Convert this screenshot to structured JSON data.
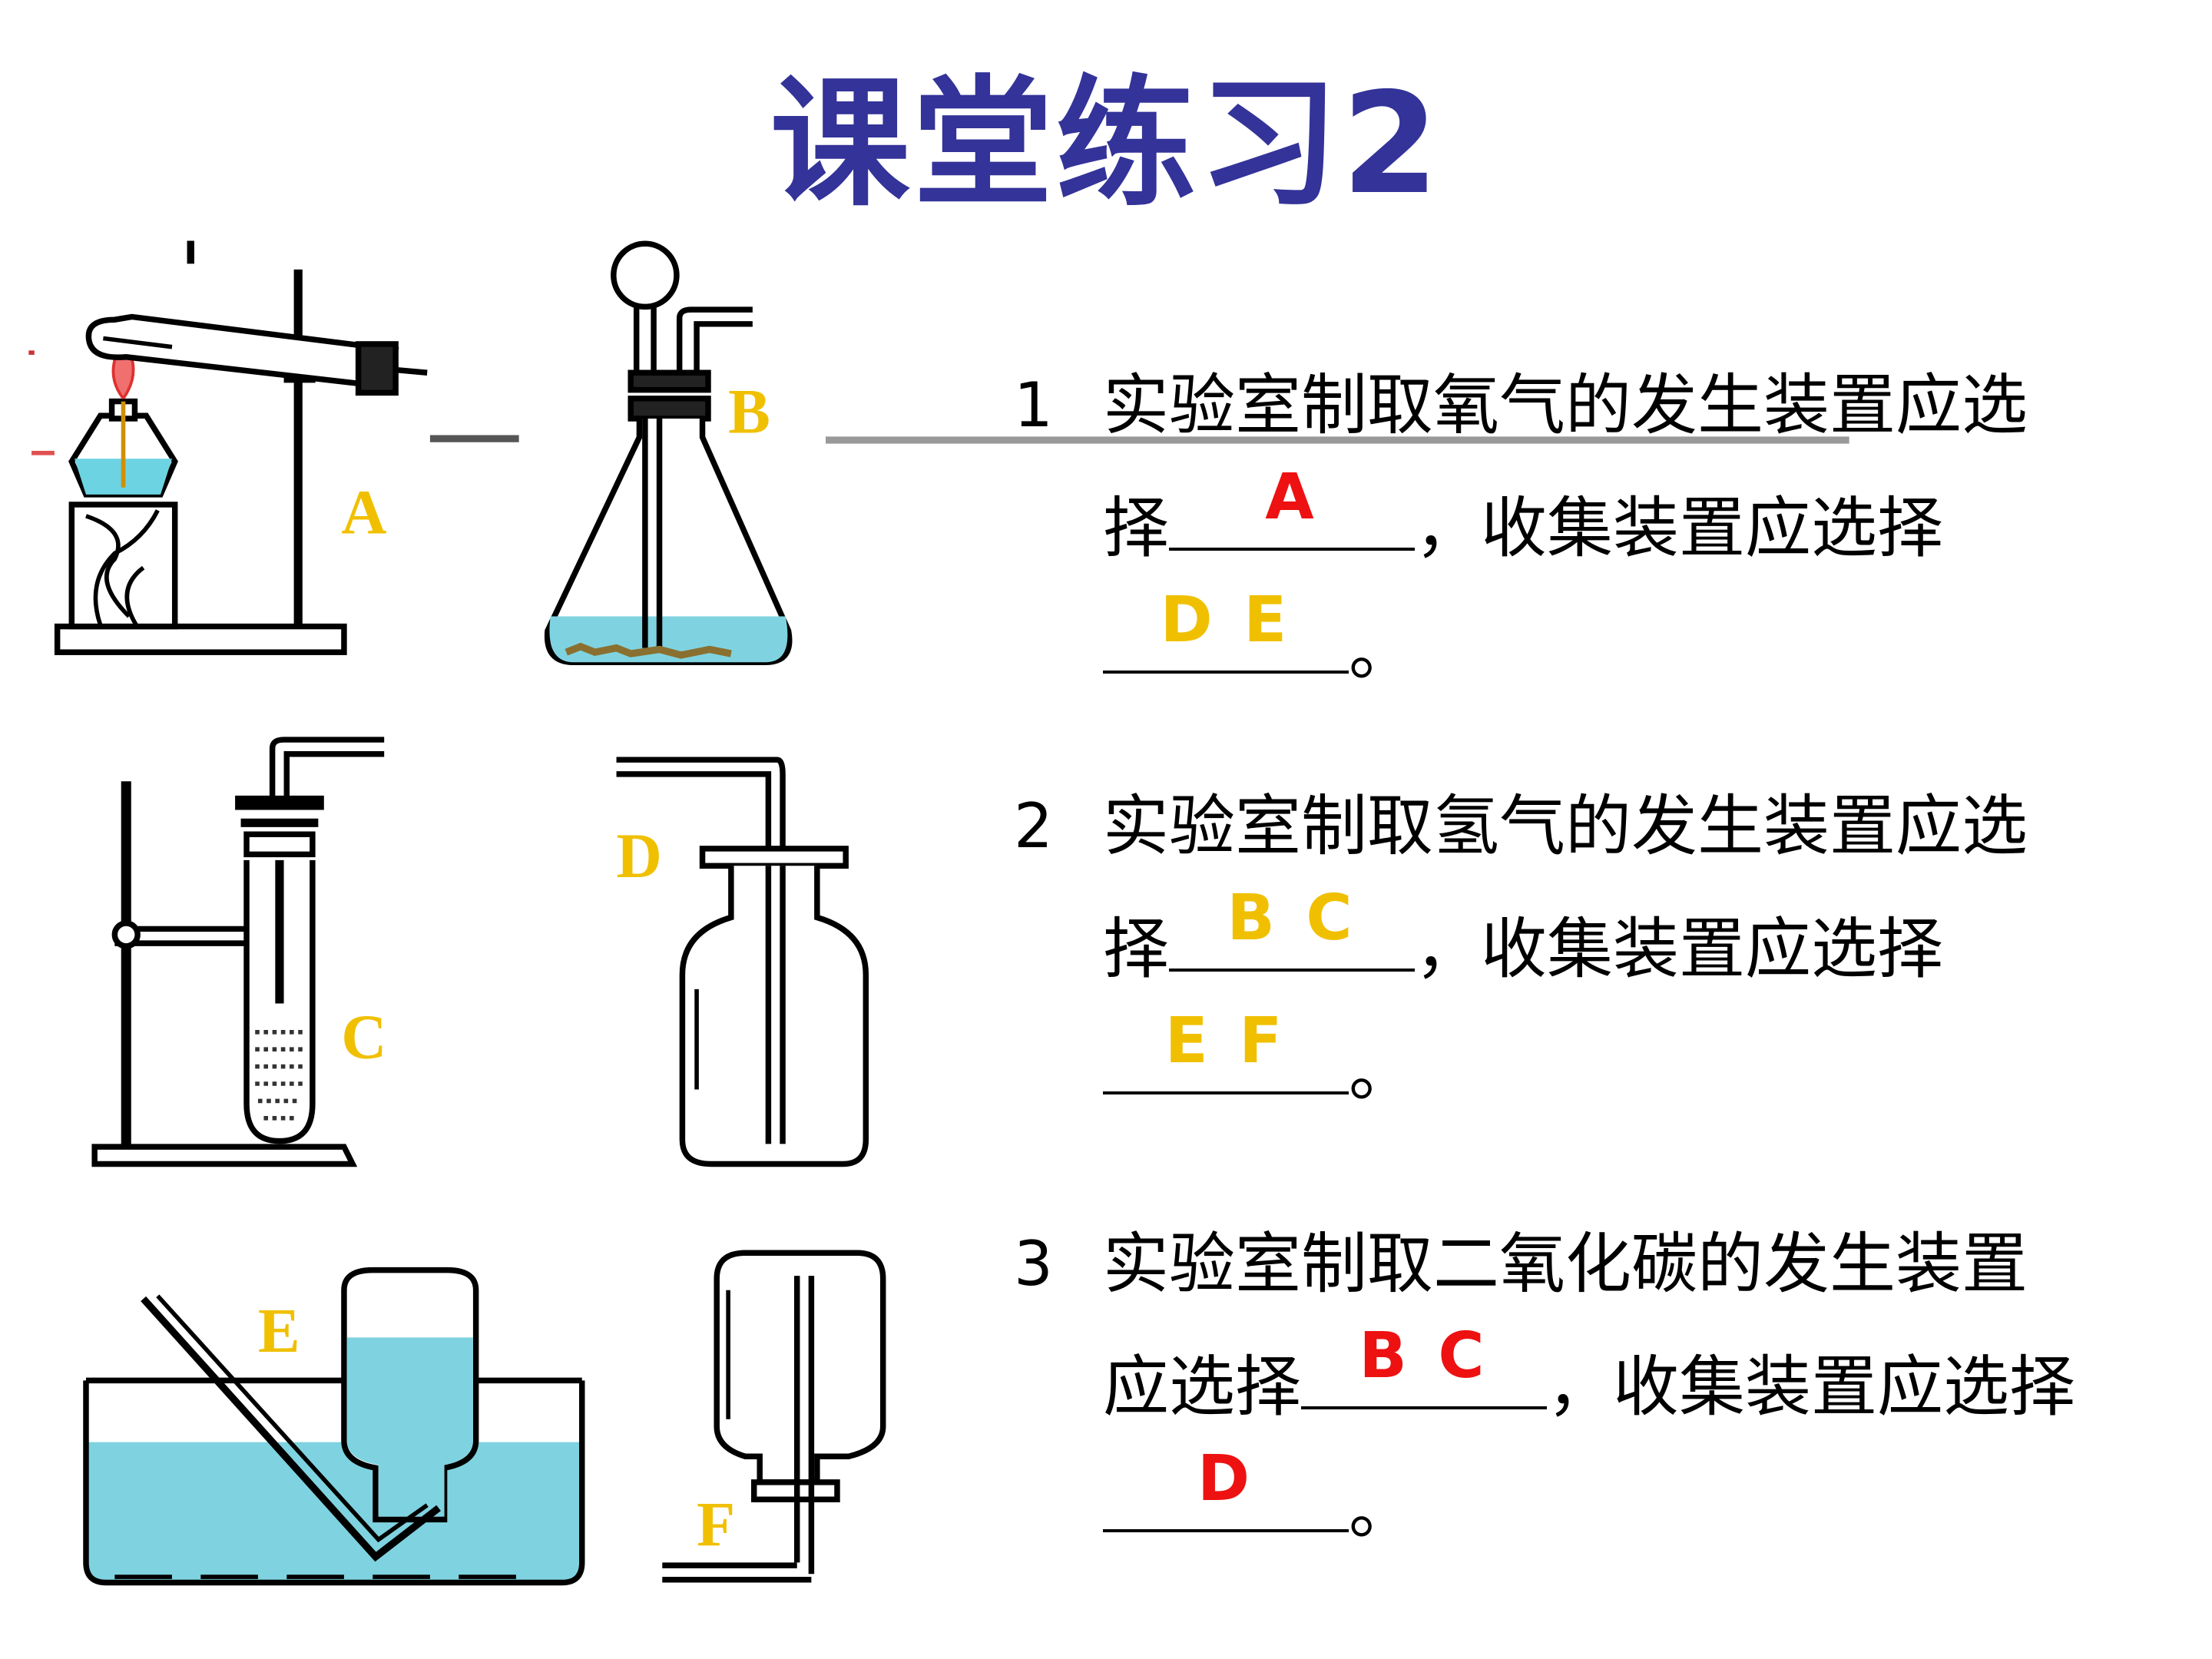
{
  "title": "课堂练习2",
  "figure_labels": {
    "a": "A",
    "b": "B",
    "c": "C",
    "d": "D",
    "e": "E",
    "f": "F"
  },
  "questions": [
    {
      "number": "1",
      "line1": "实验室制取氧气的发生装置应选",
      "line2_prefix": "择",
      "generator_answer": "A",
      "line2_suffix": "，收集装置应选择",
      "collector_answer": "D E",
      "end": "。"
    },
    {
      "number": "2",
      "line1": "实验室制取氢气的发生装置应选",
      "line2_prefix": "择",
      "generator_answer": "B C",
      "line2_suffix": "，收集装置应选择",
      "collector_answer": "E F",
      "end": "。"
    },
    {
      "number": "3",
      "line1": "实验室制取二氧化碳的发生装置",
      "line2_prefix": "应选择",
      "generator_answer": "B C",
      "line2_suffix": "，收集装置应选择",
      "collector_answer": "D",
      "end": "。"
    }
  ],
  "colors": {
    "title": "#333399",
    "answer_red": "#ee1111",
    "answer_gold": "#f0c000",
    "label_gold": "#f0c000",
    "water": "#7fd3e0"
  }
}
